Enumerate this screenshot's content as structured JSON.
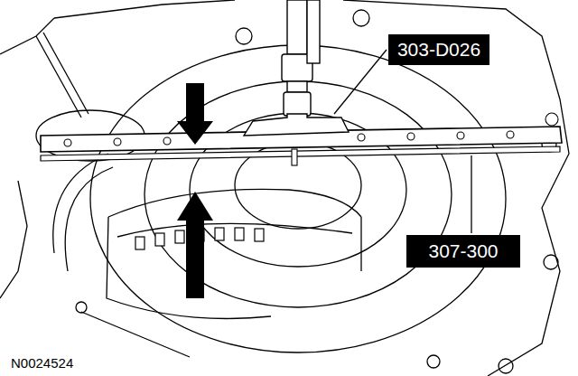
{
  "diagram": {
    "nodes": [
      {
        "text": [
          "303-D026"
        ]
      },
      {
        "text": [
          "307-300"
        ]
      }
    ],
    "labels": [
      "N0024524"
    ]
  }
}
